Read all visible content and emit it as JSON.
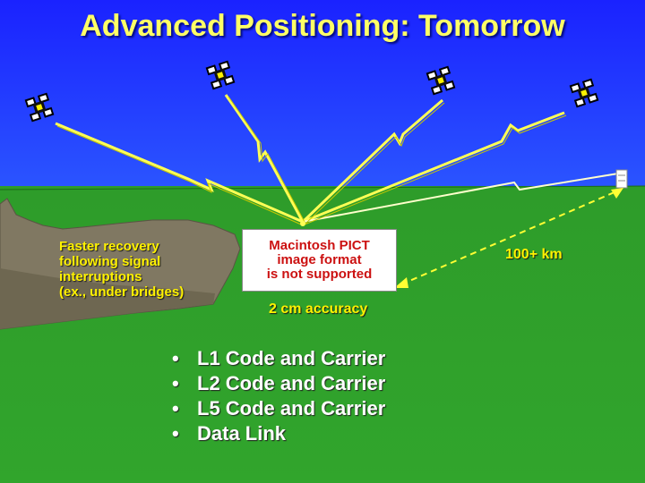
{
  "title": "Advanced Positioning: Tomorrow",
  "notes": {
    "bridge_lines": [
      "Faster recovery",
      "following signal",
      "interruptions",
      "(ex., under bridges)"
    ],
    "range": "100+ km",
    "accuracy": "2 cm accuracy"
  },
  "placeholder_image": {
    "lines": [
      "Macintosh PICT",
      "image format",
      "is not supported"
    ]
  },
  "bullets": [
    "L1 Code and Carrier",
    "L2 Code and Carrier",
    "L5 Code and Carrier",
    "Data Link"
  ],
  "bullet_glyph": "•",
  "colors": {
    "sky": "#1f33ff",
    "ground": "#2d9b26",
    "terrain": "#7b735e",
    "signal": "#ffff44",
    "title": "#ffff66",
    "text_yellow": "#fff200",
    "pict_text": "#cc1111"
  },
  "icons": [
    "satellite-icon",
    "base-station-icon",
    "double-arrow-icon"
  ]
}
